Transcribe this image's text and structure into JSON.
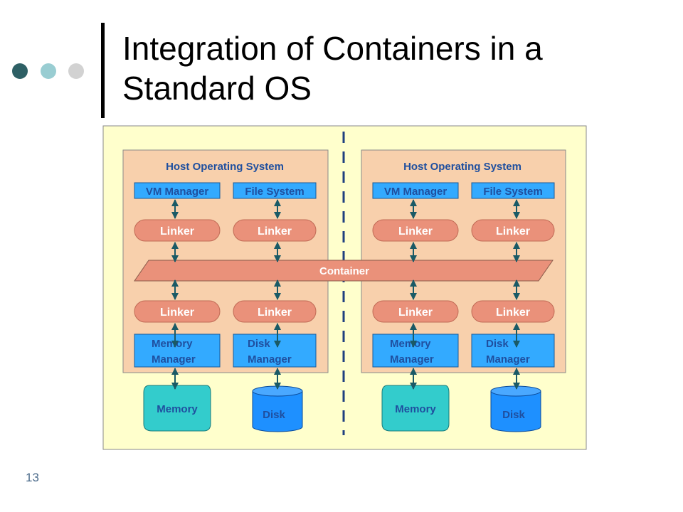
{
  "slide": {
    "title_line1": "Integration of Containers in a",
    "title_line2": "Standard OS",
    "page_number": "13"
  },
  "colors": {
    "dot_dark": "#2e6065",
    "dot_teal": "#99cdd2",
    "dot_light": "#d2d2d2",
    "background_panel": "#ffffcc",
    "host_os": "#f8d0ac",
    "blue_box": "#33aaff",
    "linker": "#ea917a",
    "memory": "#33cccc",
    "disk": "#1e90ff",
    "blue_text": "#1f4f9f",
    "arrow": "#1a5a66"
  },
  "diagram": {
    "host_left": {
      "label": "Host Operating System",
      "vm_manager": "VM Manager",
      "file_system": "File System",
      "linker_top_1": "Linker",
      "linker_top_2": "Linker",
      "linker_bottom_1": "Linker",
      "linker_bottom_2": "Linker",
      "memory_manager": [
        "Memory",
        "Manager"
      ],
      "disk_manager": [
        "Disk",
        "Manager"
      ],
      "memory": "Memory",
      "disk": "Disk"
    },
    "host_right": {
      "label": "Host Operating System",
      "vm_manager": "VM Manager",
      "file_system": "File System",
      "linker_top_1": "Linker",
      "linker_top_2": "Linker",
      "linker_bottom_1": "Linker",
      "linker_bottom_2": "Linker",
      "memory_manager": [
        "Memory",
        "Manager"
      ],
      "disk_manager": [
        "Disk",
        "Manager"
      ],
      "memory": "Memory",
      "disk": "Disk"
    },
    "container": "Container"
  }
}
